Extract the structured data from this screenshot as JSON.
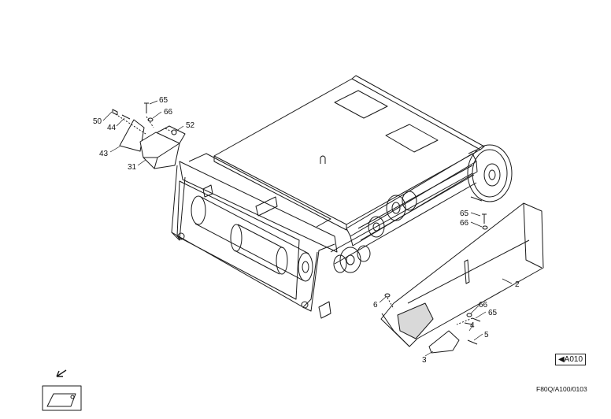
{
  "figure": {
    "callouts": [
      "65",
      "66",
      "50",
      "44",
      "52",
      "43",
      "31",
      "65",
      "66",
      "6",
      "66",
      "65",
      "4",
      "5",
      "3",
      "2"
    ],
    "reference_tag": "A010",
    "reference_arrow": "◀",
    "document_code": "F80Q/A100/0103"
  },
  "colors": {
    "line": "#1a1a1a",
    "paper": "#ffffff",
    "shade": "#d9d9d9"
  }
}
